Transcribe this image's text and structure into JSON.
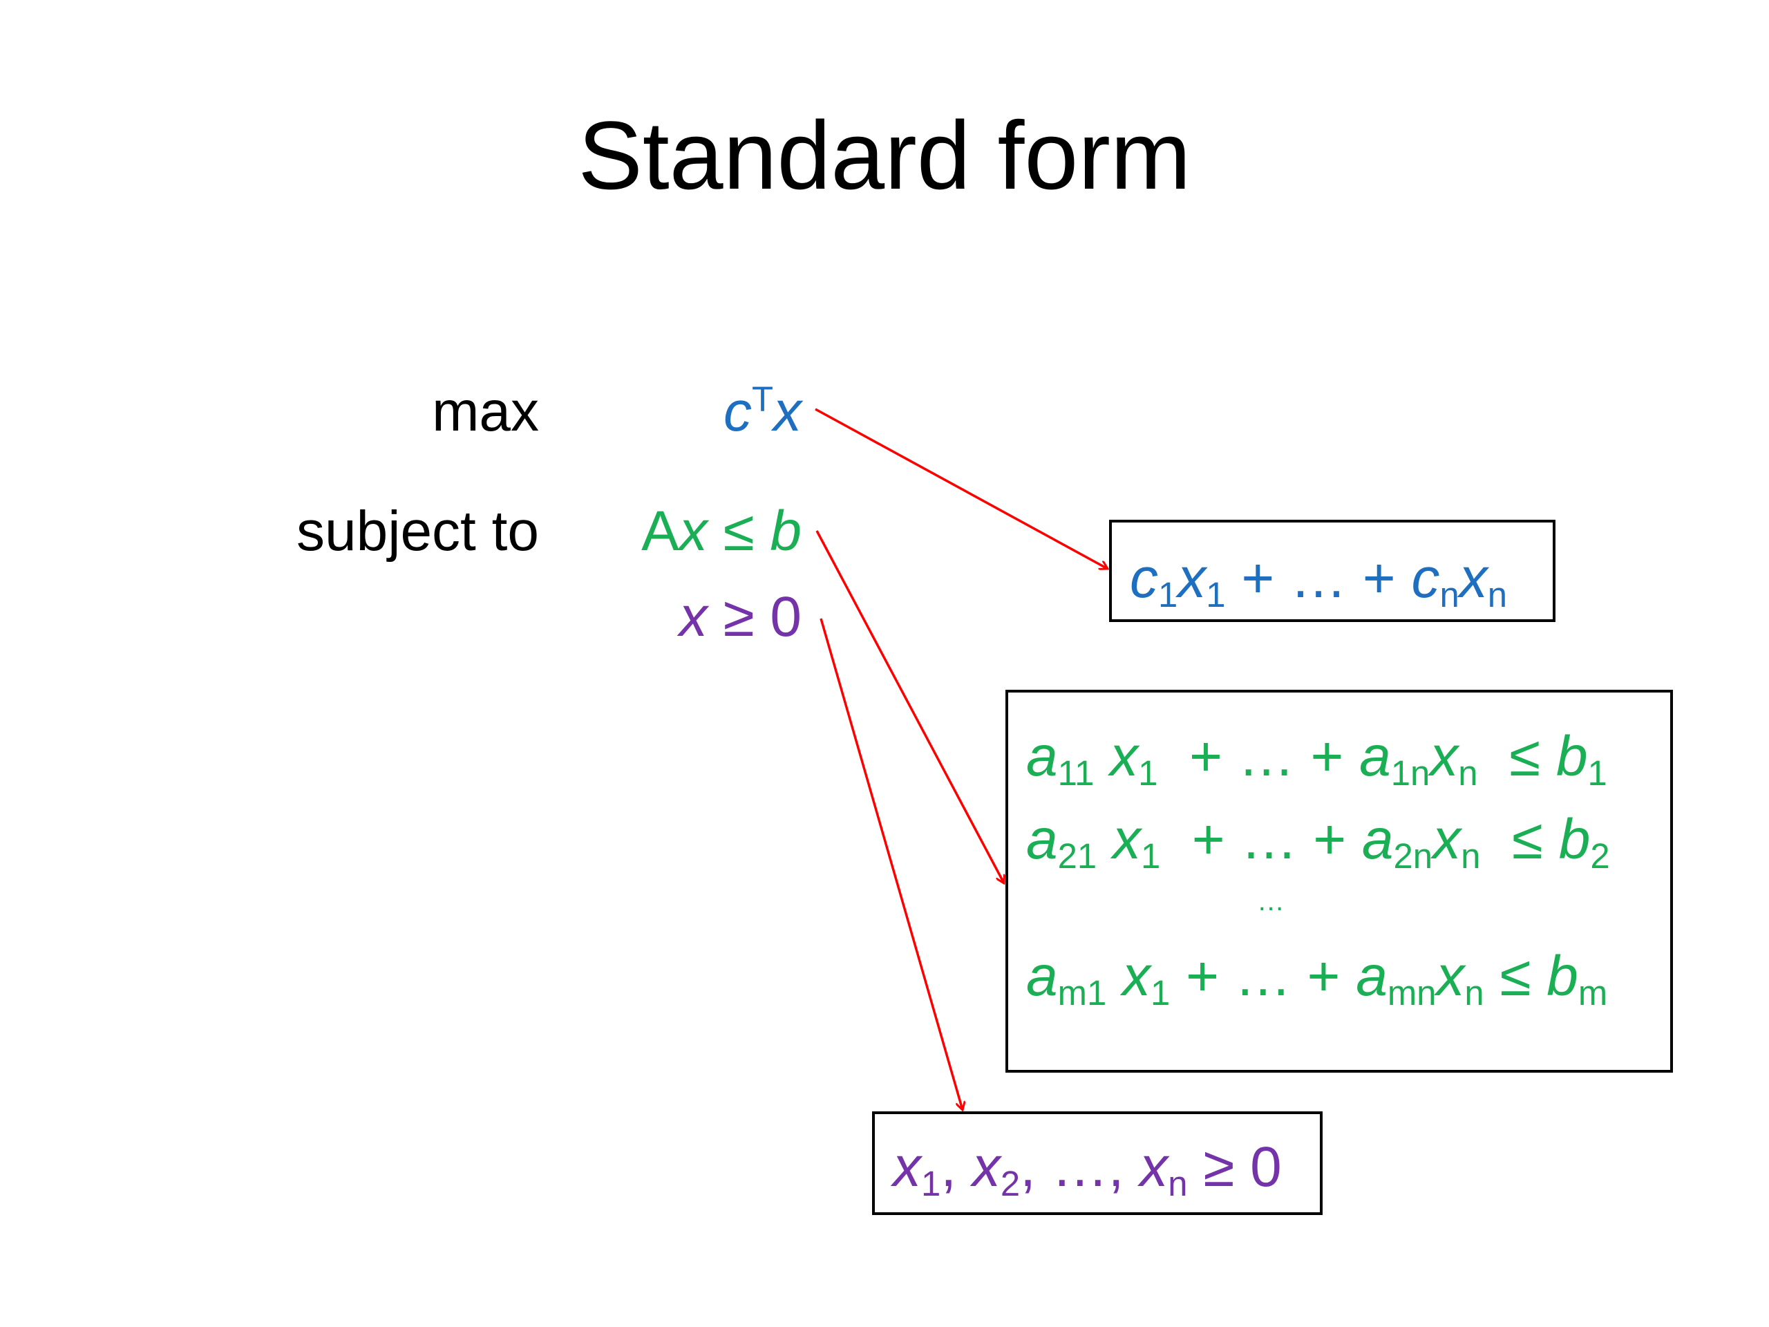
{
  "title": "Standard form",
  "labels": {
    "max": "max",
    "subject_to": "subject to"
  },
  "objective": {
    "c": "c",
    "sup_T": "T",
    "x": "x"
  },
  "constraint": {
    "A": "A",
    "x": "x",
    "leq": " ≤ ",
    "b": "b"
  },
  "nonneg": {
    "x": "x",
    "rest": " ≥ 0"
  },
  "box_objective": {
    "c1": "c",
    "sub1": "1",
    "x1": "x",
    "subx1": "1",
    "mid": " + … + ",
    "cn": "c",
    "subn": "n",
    "xn": "x",
    "subxn": "n"
  },
  "box_constraints": {
    "rows": [
      {
        "a": "a",
        "a_sub": "11",
        "x": "x",
        "x_sub": "1",
        "mid": "  + … + ",
        "a2": "a",
        "a2_sub": "1n",
        "x2": "x",
        "x2_sub": "n",
        "leq": "  ≤ ",
        "b": "b",
        "b_sub": "1"
      },
      {
        "a": "a",
        "a_sub": "21",
        "x": "x",
        "x_sub": "1",
        "mid": "  + … + ",
        "a2": "a",
        "a2_sub": "2n",
        "x2": "x",
        "x2_sub": "n",
        "leq": "  ≤ ",
        "b": "b",
        "b_sub": "2"
      },
      {
        "a": "a",
        "a_sub": "m1",
        "x": "x",
        "x_sub": "1",
        "mid": " + … + ",
        "a2": "a",
        "a2_sub": "mn",
        "x2": "x",
        "x2_sub": "n",
        "leq": " ≤ ",
        "b": "b",
        "b_sub": "m"
      }
    ],
    "ellipsis": "…"
  },
  "box_nonneg": {
    "x1": "x",
    "s1": "1",
    "sep1": ", ",
    "x2": "x",
    "s2": "2",
    "sep2": ", …, ",
    "xn": "x",
    "sn": "n",
    "tail": " ≥ 0"
  },
  "colors": {
    "objective": "#1f6fc1",
    "constraint": "#1aaf55",
    "nonneg": "#7433a8",
    "arrow": "#ff0000"
  }
}
